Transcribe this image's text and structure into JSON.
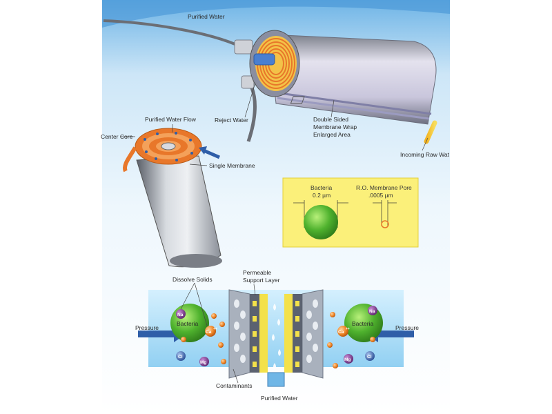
{
  "labels": {
    "purified_water_top": "Purified Water",
    "reject_water": "Reject Water",
    "membrane_wrap_line1": "Double Sided",
    "membrane_wrap_line2": "Membrane Wrap",
    "membrane_wrap_line3": "Enlarged Area",
    "incoming_raw_water": "Incoming Raw Wat",
    "purified_water_flow": "Purified Water Flow",
    "center_core": "Center Core",
    "single_membrane": "Single Membrane",
    "dissolve_solids": "Dissolve Solids",
    "permeable_line1": "Permeable",
    "permeable_line2": "Support Layer",
    "pressure_left": "Pressure",
    "pressure_right": "Pressure",
    "bacteria_left": "Bacteria",
    "bacteria_right": "Bacteria",
    "contaminants": "Contaminants",
    "purified_water_bottom": "Purified Water"
  },
  "comparison_box": {
    "bacteria_label": "Bacteria",
    "bacteria_size": "0.2 µm",
    "pore_label": "R.O. Membrane Pore",
    "pore_size": ".0005 µm"
  },
  "ions": {
    "na": "Na",
    "ca": "Ca",
    "ca_charge": "++",
    "mg": "Mg",
    "cl": "Cl"
  },
  "colors": {
    "background_blue": "#8fc3e8",
    "membrane_orange": "#e8772a",
    "bacteria_green": "#5cbf3a",
    "box_yellow": "#fbf07a",
    "arrow_blue": "#2f5ea8",
    "support_yellow": "#f3e14a",
    "ion_purple": "#7a3c8c",
    "ion_orange": "#f08a2e",
    "ion_blue": "#4a74b8"
  }
}
